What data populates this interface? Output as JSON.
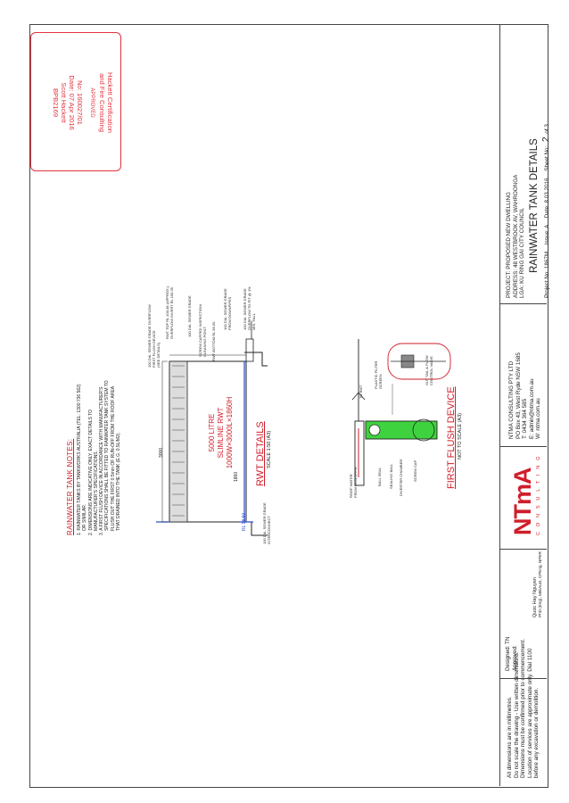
{
  "notes": {
    "title": "RAINWATER TANK NOTES:",
    "items": [
      "1. RAINWATER TANKS BY TANKWORKS AUSTRALIA (TEL: 1300 736 562)",
      "OR SIMILAR.",
      "2. DIMENSIONS ARE INDICATIVE ONLY. EXACT DETAILS TO",
      "MANUFACTURER'S SPECIFICATIONS.",
      "3. A FIRST FLUSH DEVICE IN ACCORDANCE WITH MANUFACTURER'S",
      "SPECIFICATIONS SHALL BE FITTED TO RAINWATER TANK SYSTEM TO",
      "FLUSH OUT THE FIRST 0.5mm OF RUN-OFF FROM THE ROOF AREA",
      "THAT DRAINED INTO THE TANK (E.G. 0.5L/M2)."
    ]
  },
  "rwt_detail": {
    "title": "RWT DETAILS",
    "scale": "SCALE 1:50 (A3)",
    "tank_line1": "5000 LITRE",
    "tank_line2": "SLIMLINE RWT",
    "tank_line3": "1000W×3000L×1860H",
    "dim_length": "3000",
    "dim_height": "1860",
    "level_label": "RL 98.50",
    "labels": {
      "overflow": "100 DIA. SEWER GRADE OVERFLOW",
      "first_flush": "FIRST FLUSH DEVICE",
      "see_details": "(SEE DETAILS)",
      "rwt_top": "RWT TOP RL 100.48 (APPROX.)",
      "overflow_invert": "OVERFLOW INVERT RL 100.35",
      "sewer_grade": "100 DIA. SEWER GRADE",
      "screw_capped": "SCREW CAPPED INSPECTION/",
      "cleaning_point": "CLEANING POINT",
      "rwt_bottom": "RWT BOTTOM RL 98.50",
      "from_downpipes_1": "100 DIA. SEWER GRADE",
      "from_downpipes_2": "FROM DOWNPIPES",
      "overflow_to_pit_1": "100 DIA. SEWER GRADE",
      "overflow_to_pit_2": "OVERFLOW TO PIT @ 1%",
      "overflow_to_pit_3": "MIN. FALL",
      "interconnect_1": "100 DIA. SEWER GRADE",
      "interconnect_2": "INTERCONNECT"
    }
  },
  "first_flush": {
    "title": "FIRST FLUSH DEVICE",
    "scale": "NOT TO SCALE (A3)",
    "roof_water_1": "ROOF WATER",
    "roof_water_2": "FROM DOWNPIPE",
    "to_rwt": "TO RWT",
    "ball_seal": "BALL SEAL",
    "sealing_ball": "SEALING BALL",
    "diverter_chamber": "DIVERTER CHAMBER",
    "screw_cap": "SCREW CAP",
    "plastic_filter_1": "PLASTIC FILTER",
    "plastic_filter_2": "SCREEN",
    "nut_tail_1": "NUT TAIL & FLOW",
    "nut_tail_2": "CONTROL VALVE"
  },
  "stamp": {
    "line1": "Hackett Certification",
    "line2": "and Fire Consulting",
    "line3": "APPROVED",
    "line4": "No: 160027/01",
    "line5": "Date: 07 Apr 2016",
    "line6": "Scott Hackett",
    "line7": "BPB2169"
  },
  "title_block": {
    "disclaimer": [
      "All dimensions are in millimetres.",
      "Do not scale the drawing - Use written dimensions.",
      "Dimensions must be confirmed prior to commencement.",
      "Location of services are approximate only. Dial 1100",
      "before any excavation or demolition."
    ],
    "designed": "Designed: TN",
    "approved": "Approved:",
    "engineer_name": "Quoc Hay Nguyen",
    "engineer_quals": "PhD (Eng), MIEAust, CPEng, NPER",
    "logo_main": "NTmA",
    "logo_sub": "CONSULTING",
    "company": [
      "NTMA CONSULTING PTY LTD",
      "PO Box 43, West Ryde NSW 1685",
      "T: 0434 364 585",
      "E: admin@ntma.com.au",
      "W: ntma.com.au"
    ],
    "project": "PROJECT: PROPOSED NEW DWELLING",
    "address": "ADDRESS: 48 WESTBROOK AV, WAHROONGA",
    "lga": "LGA: KU RING GAI CITY COUNCIL",
    "drawing_title": "RAINWATER TANK DETAILS",
    "project_no": "Project No: 1867M",
    "issue": "Issue: A",
    "date": "Date: 8.03.2016",
    "sheet_label": "Sheet No:",
    "sheet_no": "2",
    "sheet_of": "of 3"
  },
  "colors": {
    "accent_red": "#d01e2b",
    "stamp_red": "#e2323d",
    "pipe_blue": "#2448c8",
    "flush_green": "#3ed33e"
  }
}
